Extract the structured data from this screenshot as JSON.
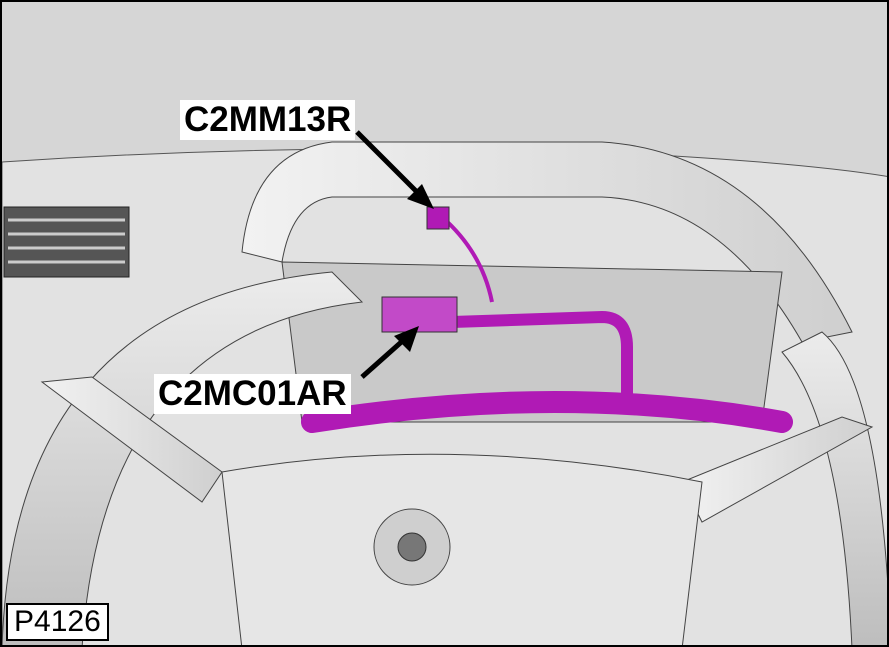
{
  "labels": {
    "connector_upper": "C2MM13R",
    "connector_lower": "C2MC01AR"
  },
  "figure_id": "P4126",
  "colors": {
    "harness": "#b01ab5",
    "background": "#d9d9d9"
  }
}
